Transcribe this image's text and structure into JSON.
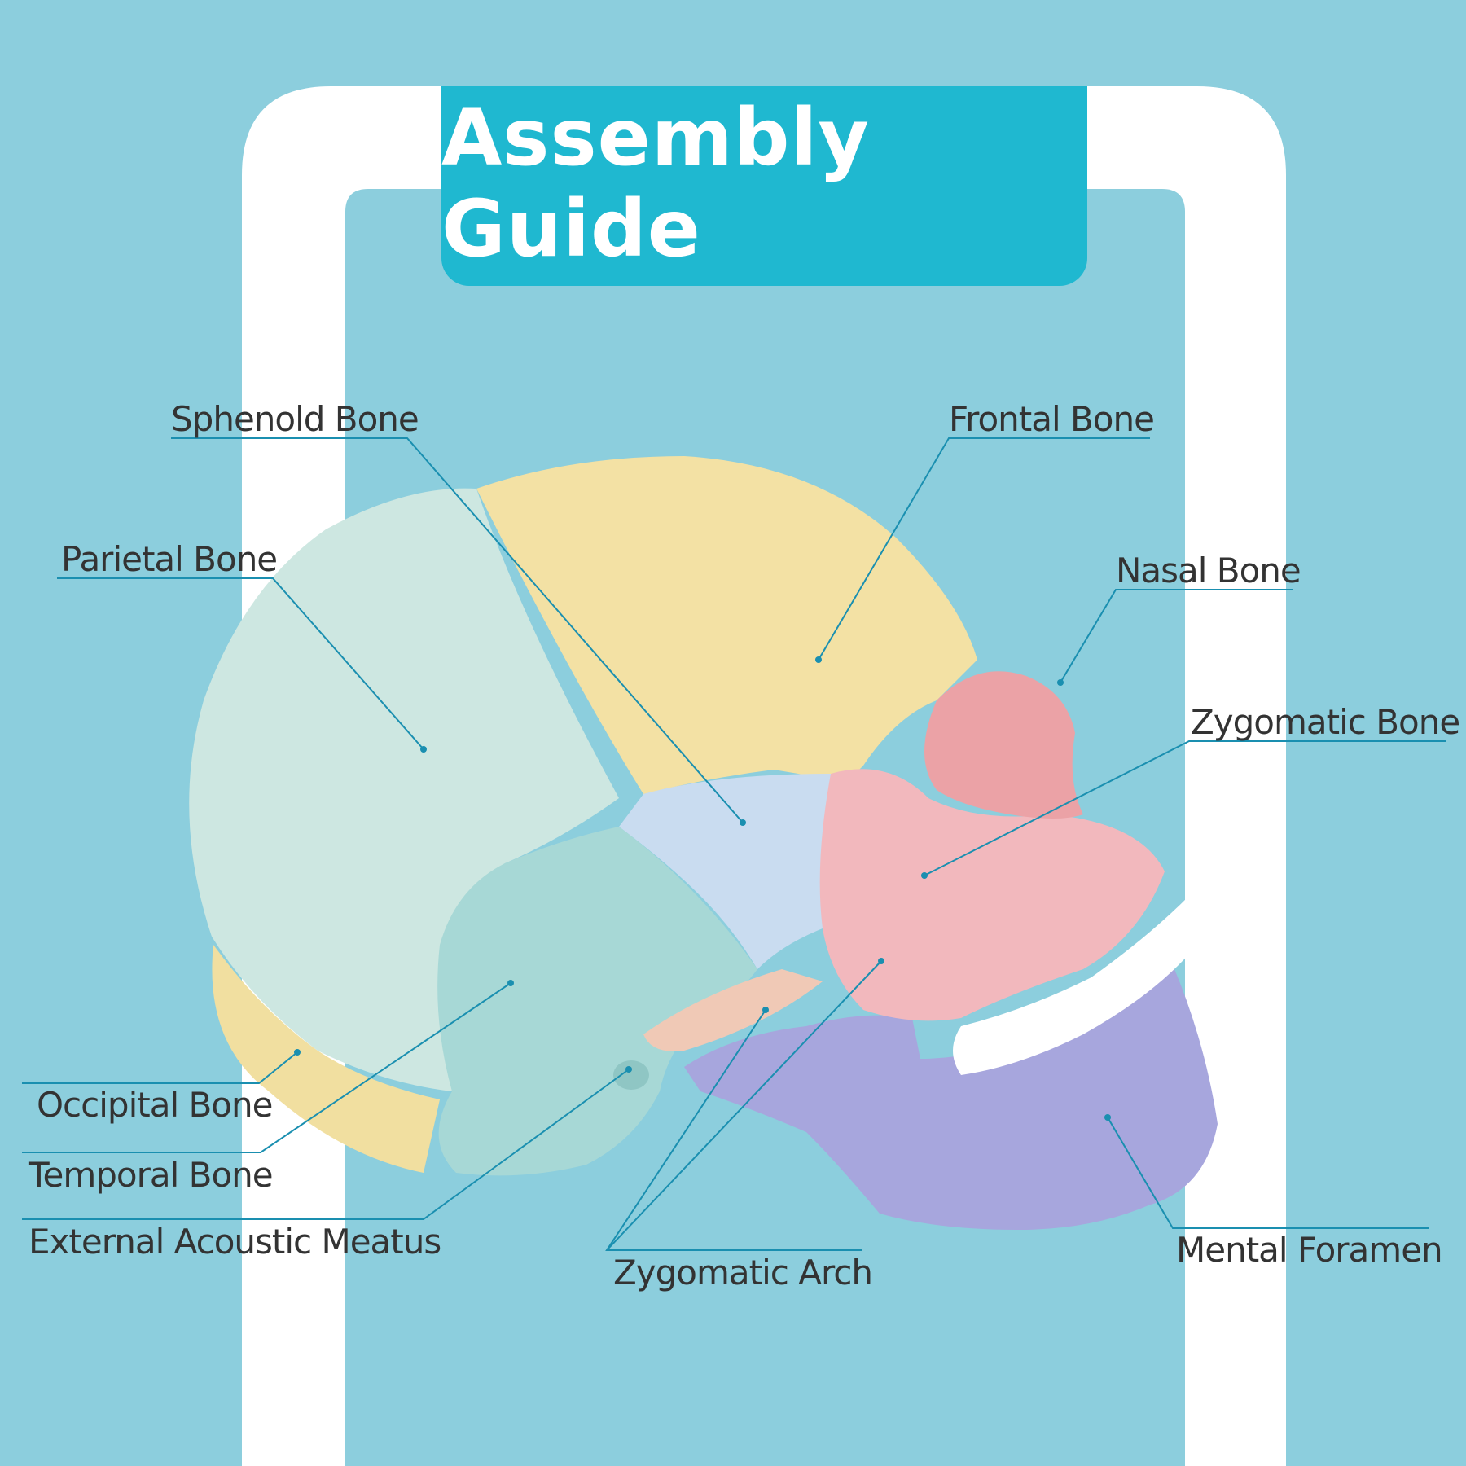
{
  "title": "Assembly Guide",
  "colors": {
    "background": "#8ccedd",
    "frame": "#ffffff",
    "banner": "#1fb8d0",
    "leader_line": "#1a8fb0",
    "parietal": "#cde7e1",
    "frontal": "#f3e1a4",
    "occipital": "#f1dfa0",
    "temporal": "#a7d8d6",
    "sphenoid": "#c9dcf0",
    "zygomatic": "#f2b8bd",
    "nasal": "#eba2a6",
    "mandible": "#a7a6dd",
    "teeth": "#ffffff"
  },
  "labels": {
    "sphenoid": "Sphenold Bone",
    "frontal": "Frontal Bone",
    "parietal": "Parietal Bone",
    "nasal": "Nasal Bone",
    "zygomatic_bone": "Zygomatic Bone",
    "occipital": "Occipital Bone",
    "temporal": "Temporal Bone",
    "external_acoustic_meatus": "External Acoustic Meatus",
    "zygomatic_arch": "Zygomatic Arch",
    "mental_foramen": "Mental Foramen"
  }
}
